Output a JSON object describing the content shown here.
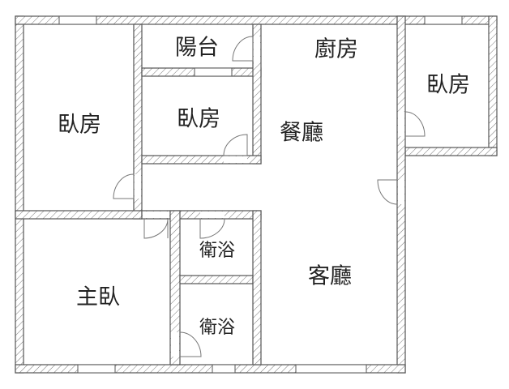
{
  "plan": {
    "rooms": [
      {
        "id": "bedroom-left",
        "label": "臥房"
      },
      {
        "id": "balcony",
        "label": "陽台"
      },
      {
        "id": "bedroom-middle",
        "label": "臥房"
      },
      {
        "id": "kitchen",
        "label": "廚房"
      },
      {
        "id": "dining",
        "label": "餐廳"
      },
      {
        "id": "bedroom-right",
        "label": "臥房"
      },
      {
        "id": "bathroom-1",
        "label": "衛浴"
      },
      {
        "id": "bathroom-2",
        "label": "衛浴"
      },
      {
        "id": "master-bedroom",
        "label": "主臥"
      },
      {
        "id": "living-room",
        "label": "客廳"
      }
    ],
    "colors": {
      "wall": "#555555",
      "text": "#222222",
      "background": "#ffffff"
    }
  }
}
